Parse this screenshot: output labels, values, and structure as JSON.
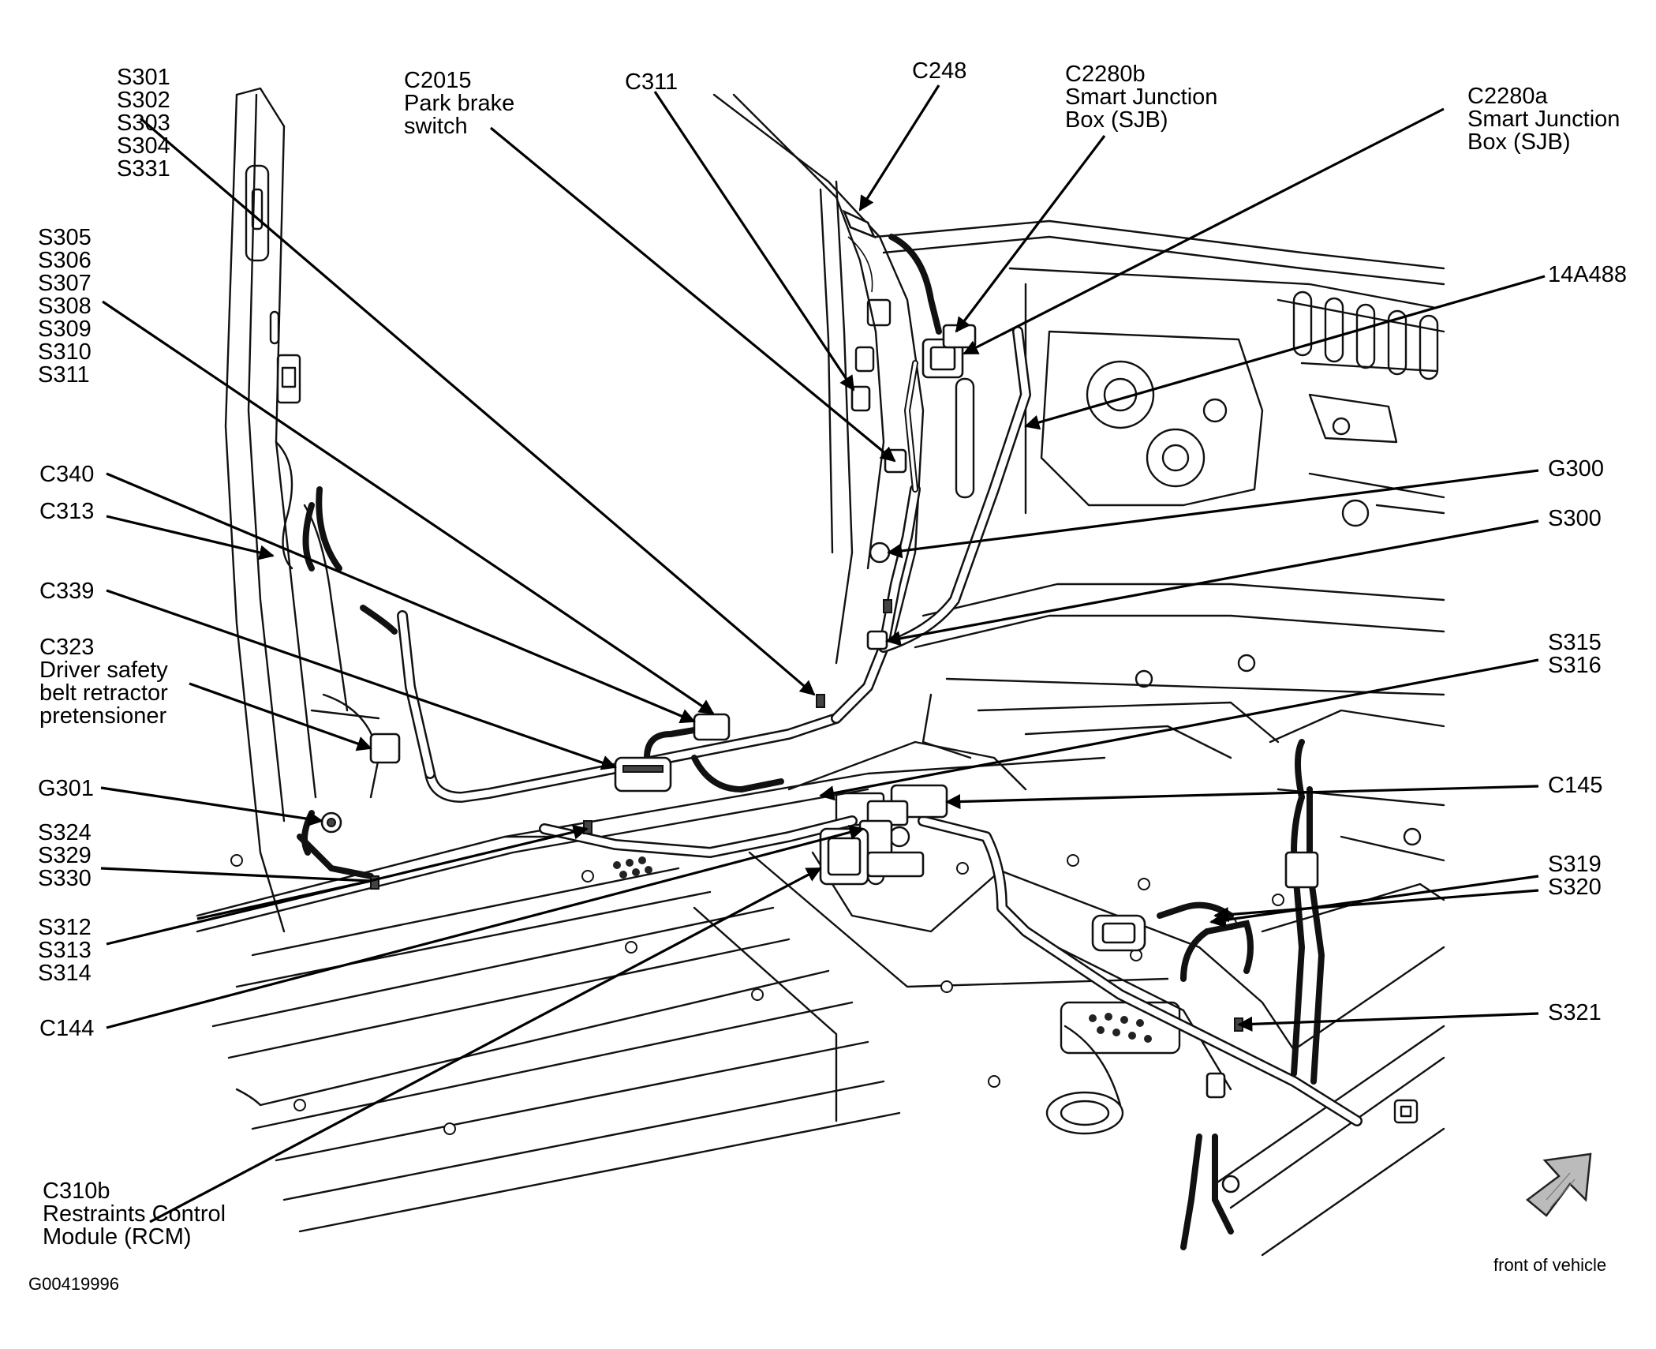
{
  "figure_id": "G00419996",
  "orientation_label": "front of vehicle",
  "labels": {
    "s301_group": [
      "S301",
      "S302",
      "S303",
      "S304",
      "S331"
    ],
    "c2015": [
      "C2015",
      "Park brake",
      "switch"
    ],
    "c311": [
      "C311"
    ],
    "c248": [
      "C248"
    ],
    "c2280b": [
      "C2280b",
      "Smart Junction",
      "Box (SJB)"
    ],
    "c2280a": [
      "C2280a",
      "Smart Junction",
      "Box (SJB)"
    ],
    "s305_group": [
      "S305",
      "S306",
      "S307",
      "S308",
      "S309",
      "S310",
      "S311"
    ],
    "n14a488": [
      "14A488"
    ],
    "c340": [
      "C340"
    ],
    "c313": [
      "C313"
    ],
    "g300": [
      "G300"
    ],
    "s300": [
      "S300"
    ],
    "c339": [
      "C339"
    ],
    "c323": [
      "C323",
      "Driver safety",
      "belt retractor",
      "pretensioner"
    ],
    "s315_group": [
      "S315",
      "S316"
    ],
    "c145": [
      "C145"
    ],
    "g301": [
      "G301"
    ],
    "s324_group": [
      "S324",
      "S329",
      "S330"
    ],
    "s319_group": [
      "S319",
      "S320"
    ],
    "s312_group": [
      "S312",
      "S313",
      "S314"
    ],
    "c144": [
      "C144"
    ],
    "s321": [
      "S321"
    ],
    "c310b": [
      "C310b",
      "Restraints Control",
      "Module (RCM)"
    ]
  }
}
